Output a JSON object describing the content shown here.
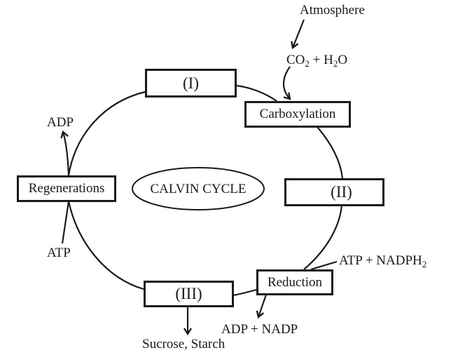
{
  "diagram": {
    "title": "CALVIN CYCLE",
    "stages": {
      "I": "(I)",
      "carboxylation": "Carboxylation",
      "II": "(II)",
      "reduction": "Reduction",
      "III": "(III)",
      "regeneration": "Regenerations"
    },
    "inputs_outputs": {
      "atmosphere": "Atmosphere",
      "co2_h2o": {
        "co": "CO",
        "co_sub": "2",
        "plus_h": " + H",
        "h_sub": "2",
        "o": "O"
      },
      "atp_nadph2": {
        "text": "ATP + NADPH",
        "sub": "2"
      },
      "adp_nadp": "ADP + NADP",
      "sucrose_starch": "Sucrose, Starch",
      "adp_regen": "ADP",
      "atp_regen": "ATP"
    },
    "colors": {
      "ink": "#1a1a1a",
      "background": "#ffffff"
    }
  }
}
